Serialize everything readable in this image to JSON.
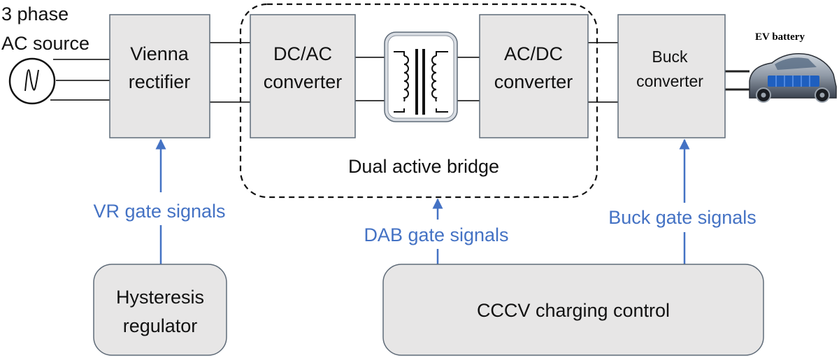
{
  "source": {
    "line1": "3 phase",
    "line2": "AC source"
  },
  "vienna": {
    "line1": "Vienna",
    "line2": "rectifier"
  },
  "dcac": {
    "line1": "DC/AC",
    "line2": "converter"
  },
  "acdc": {
    "line1": "AC/DC",
    "line2": "converter"
  },
  "buck": {
    "line1": "Buck",
    "line2": "converter"
  },
  "dab": {
    "label": "Dual active bridge"
  },
  "battery": {
    "label": "EV battery"
  },
  "signals": {
    "vr": "VR gate signals",
    "dab": "DAB gate signals",
    "buck": "Buck gate signals"
  },
  "hysteresis": {
    "line1": "Hysteresis",
    "line2": "regulator"
  },
  "cccv": {
    "label": "CCCV charging control"
  },
  "colors": {
    "block_fill": "#e7e6e6",
    "block_stroke": "#5f6b78",
    "signal_blue": "#4472c4"
  }
}
